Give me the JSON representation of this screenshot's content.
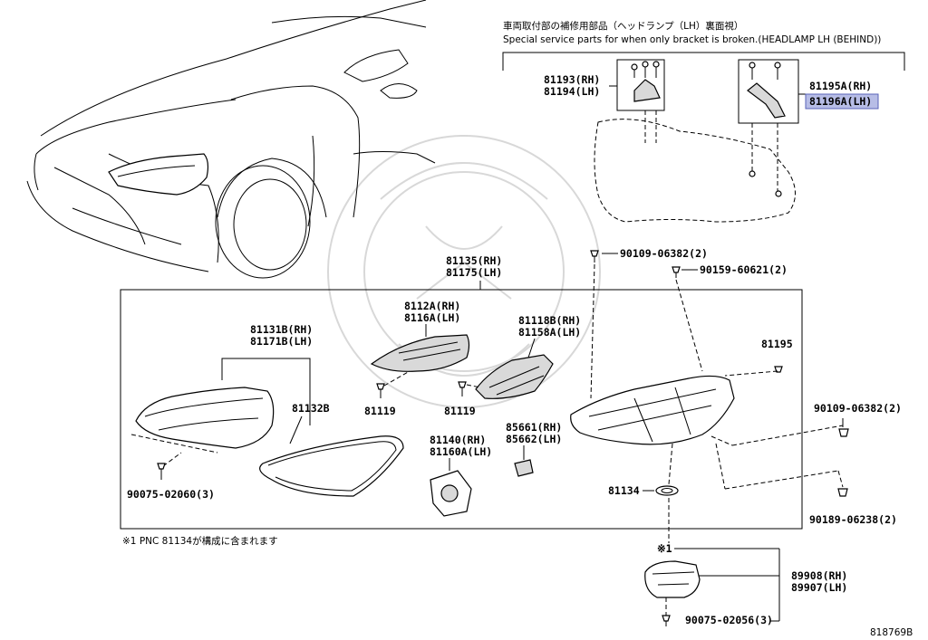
{
  "notes": {
    "jp_title": "車両取付部の補修用部品（ヘッドランプ（LH）裏面視）",
    "en_title": "Special service parts for when only bracket is broken.(HEADLAMP LH (BEHIND))",
    "footnote": "※1 PNC 81134が構成に含まれます",
    "diagram_id": "818769B"
  },
  "labels": {
    "p81193": "81193(RH)",
    "p81194": "81194(LH)",
    "p81195a": "81195A(RH)",
    "p81196a": "81196A(LH)",
    "p90109_top": "90109-06382(2)",
    "p90159": "90159-60621(2)",
    "p81135": "81135(RH)",
    "p81175": "81175(LH)",
    "p8112a": "8112A(RH)",
    "p8116a": "8116A(LH)",
    "p81118b": "81118B(RH)",
    "p81158a": "81158A(LH)",
    "p81131b": "81131B(RH)",
    "p81171b": "81171B(LH)",
    "p81132b": "81132B",
    "p81119_a": "81119",
    "p81119_b": "81119",
    "p81195": "81195",
    "p90109_right": "90109-06382(2)",
    "p85661": "85661(RH)",
    "p85662": "85662(LH)",
    "p81140": "81140(RH)",
    "p81160a": "81160A(LH)",
    "p90075_a": "90075-02060(3)",
    "p81134": "81134",
    "p90189": "90189-06238(2)",
    "asterisk1": "※1",
    "p89908": "89908(RH)",
    "p89907": "89907(LH)",
    "p90075_b": "90075-02056(3)"
  },
  "colors": {
    "highlight_fill": "#b7bde6",
    "line": "#000000",
    "watermark": "#d8d8d8"
  }
}
